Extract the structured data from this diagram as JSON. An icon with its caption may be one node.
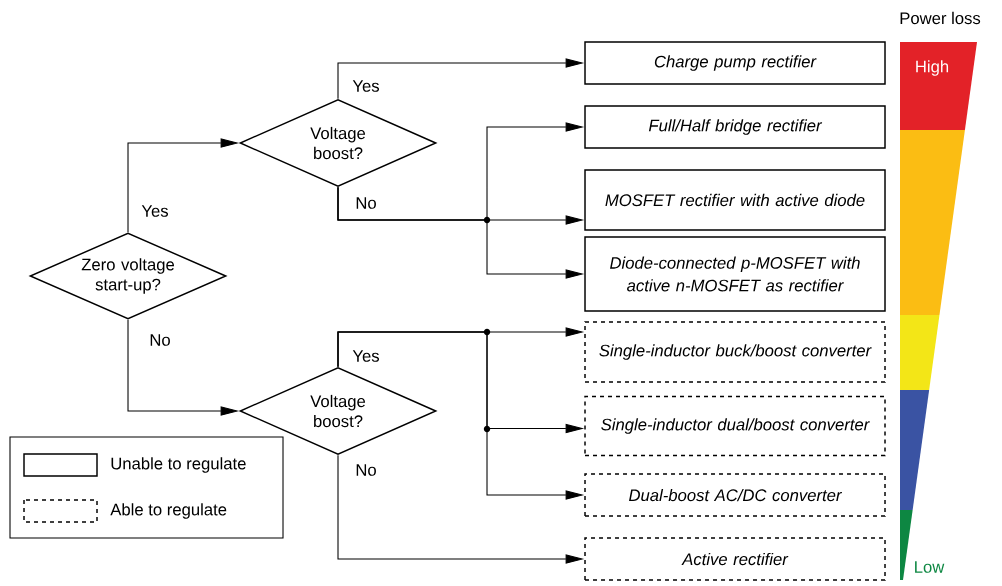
{
  "diagram": {
    "nodes": [
      {
        "text": [
          "Zero voltage start-up?"
        ]
      },
      {
        "text": [
          "Voltage boost?"
        ]
      },
      {
        "text": [
          "Voltage boost?"
        ]
      },
      {
        "text": [
          "Charge pump rectifier"
        ]
      },
      {
        "text": [
          "Full/Half bridge rectifier"
        ]
      },
      {
        "text": [
          "MOSFET rectifier with active diode"
        ]
      },
      {
        "text": [
          "Diode-connected p-MOSFET with active n-MOSFET as rectifier"
        ]
      },
      {
        "text": [
          "Single-inductor buck/boost converter"
        ]
      },
      {
        "text": [
          "Single-inductor dual/boost converter"
        ]
      },
      {
        "text": [
          "Dual-boost AC/DC converter"
        ]
      },
      {
        "text": [
          "Active rectifier"
        ]
      }
    ],
    "edges": [
      {
        "from": 0,
        "to": 1,
        "arrow": "to",
        "label": "Yes"
      },
      {
        "from": 0,
        "to": 2,
        "arrow": "to",
        "label": "No"
      },
      {
        "from": 1,
        "to": 3,
        "arrow": "to",
        "label": "Yes"
      },
      {
        "from": 1,
        "to": 4,
        "arrow": "to"
      },
      {
        "from": 1,
        "to": 5,
        "arrow": "to",
        "label": "No"
      },
      {
        "from": 1,
        "to": 6,
        "arrow": "to"
      },
      {
        "from": 2,
        "to": 7,
        "arrow": "to",
        "label": "Yes"
      },
      {
        "from": 2,
        "to": 8,
        "arrow": "to"
      },
      {
        "from": 2,
        "to": 9,
        "arrow": "to"
      },
      {
        "from": 2,
        "to": 10,
        "arrow": "to",
        "label": "No"
      }
    ],
    "labels": [
      "Power loss",
      "High",
      "Low"
    ],
    "legend": [
      {
        "text": "Unable to regulate"
      },
      {
        "text": "Able to regulate"
      }
    ]
  }
}
